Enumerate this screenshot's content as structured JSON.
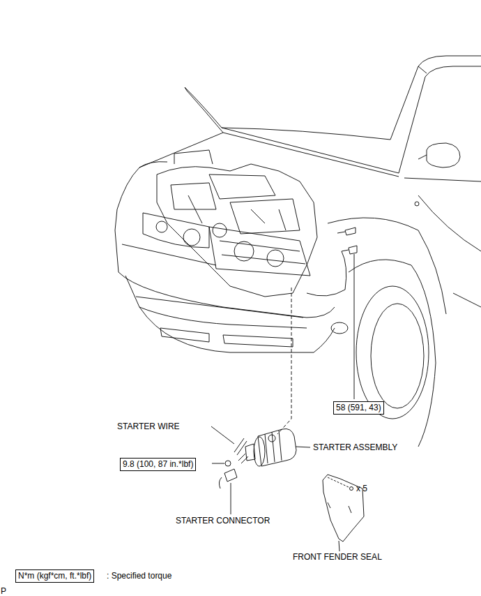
{
  "diagram": {
    "nodes": [
      {
        "text": [
          "58 (591, 43)"
        ]
      },
      {
        "text": [
          "9.8 (100, 87 in.*lbf)"
        ]
      },
      {
        "text": [
          "N*m (kgf*cm, ft.*lbf)"
        ]
      }
    ],
    "labels": [
      "STARTER WIRE",
      "STARTER ASSEMBLY",
      "STARTER CONNECTOR",
      "x 5",
      "FRONT FENDER SEAL",
      ": Specified torque",
      "P"
    ]
  }
}
